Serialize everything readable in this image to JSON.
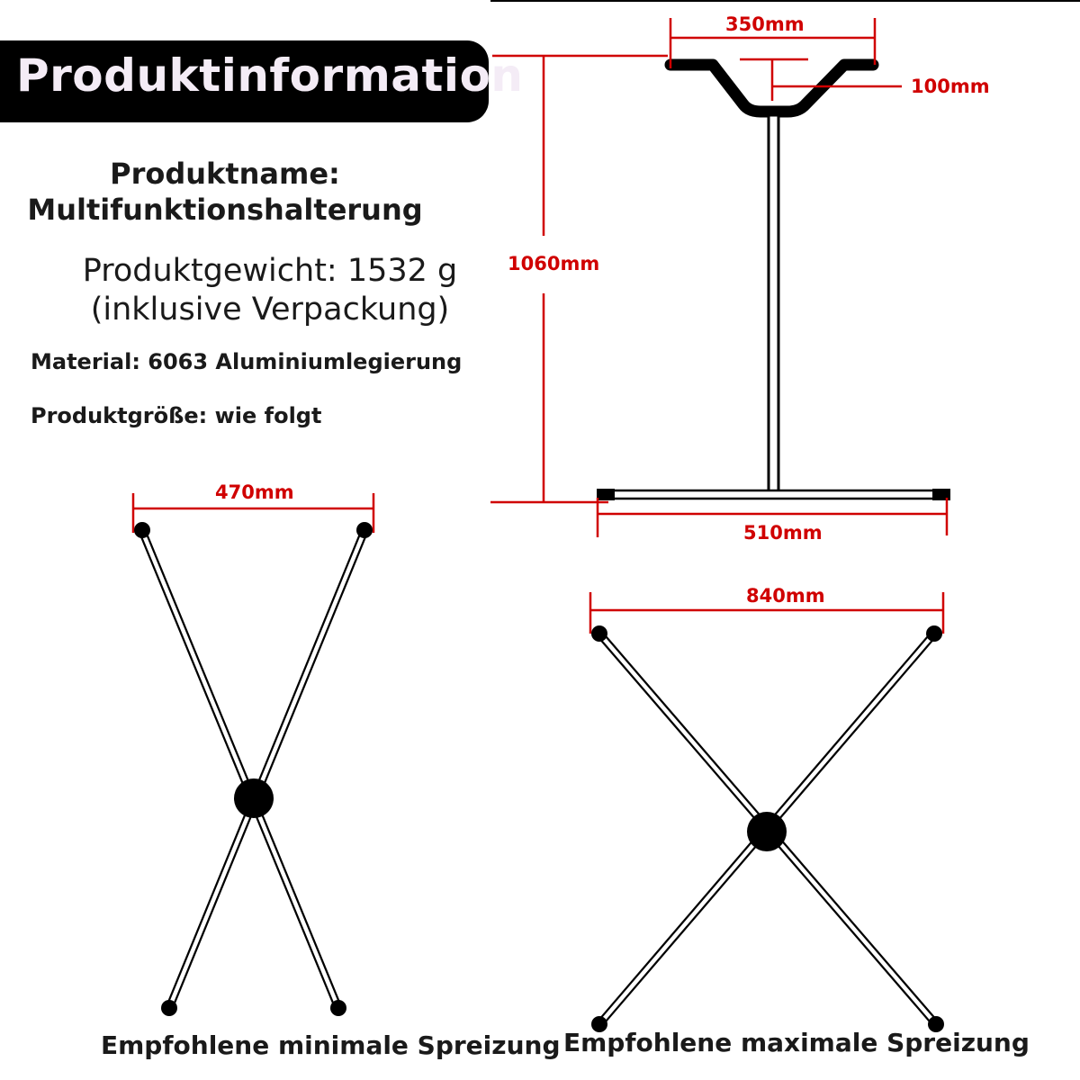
{
  "header": {
    "title": "Produktinformation"
  },
  "info": {
    "name_label": "Produktname:",
    "name_value": "Multifunktionshalterung",
    "weight_line1": "Produktgewicht: 1532 g",
    "weight_line2": "(inklusive Verpackung)",
    "material": "Material: 6063 Aluminiumlegierung",
    "size": "Produktgröße: wie folgt"
  },
  "dimensions": {
    "top_width": "350mm",
    "top_depth": "100mm",
    "height": "1060mm",
    "base_width": "510mm",
    "min_spread": "470mm",
    "max_spread": "840mm"
  },
  "captions": {
    "min": "Empfohlene minimale Spreizung",
    "max": "Empfohlene maximale Spreizung"
  },
  "colors": {
    "dimension": "#d00000",
    "banner": "#000000",
    "banner_text": "#f4ecf6"
  }
}
